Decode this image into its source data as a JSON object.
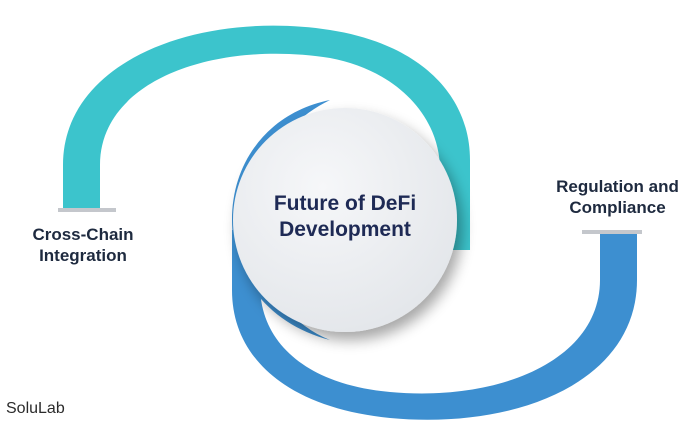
{
  "center": {
    "line1": "Future of DeFi",
    "line2": "Development"
  },
  "items": [
    {
      "line1": "Cross-Chain",
      "line2": "Integration"
    },
    {
      "line1": "Regulation and",
      "line2": "Compliance"
    }
  ],
  "brand": "SoluLab",
  "colors": {
    "teal": "#3cc4cc",
    "blue": "#3d8fd0",
    "circle": "#eef0f3",
    "text": "#1e2a55",
    "tab": "#c4c7cc"
  }
}
